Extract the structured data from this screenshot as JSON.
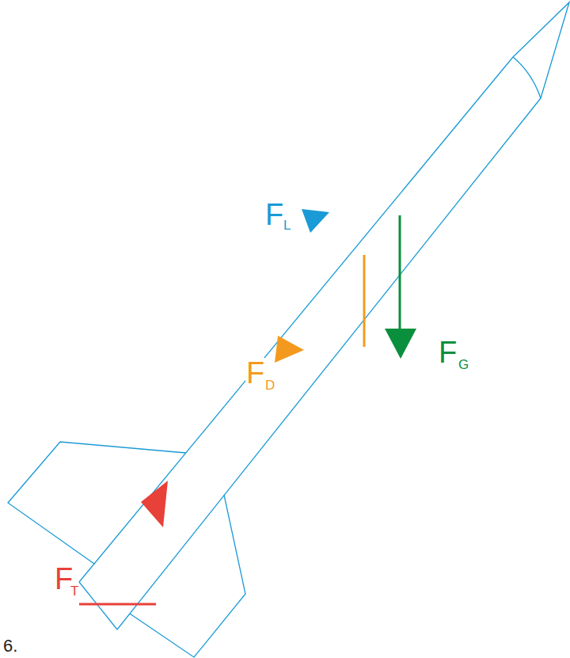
{
  "diagram": {
    "labels": [
      "F",
      "L",
      "F",
      "D",
      "F",
      "G",
      "F",
      "T",
      "6."
    ]
  }
}
